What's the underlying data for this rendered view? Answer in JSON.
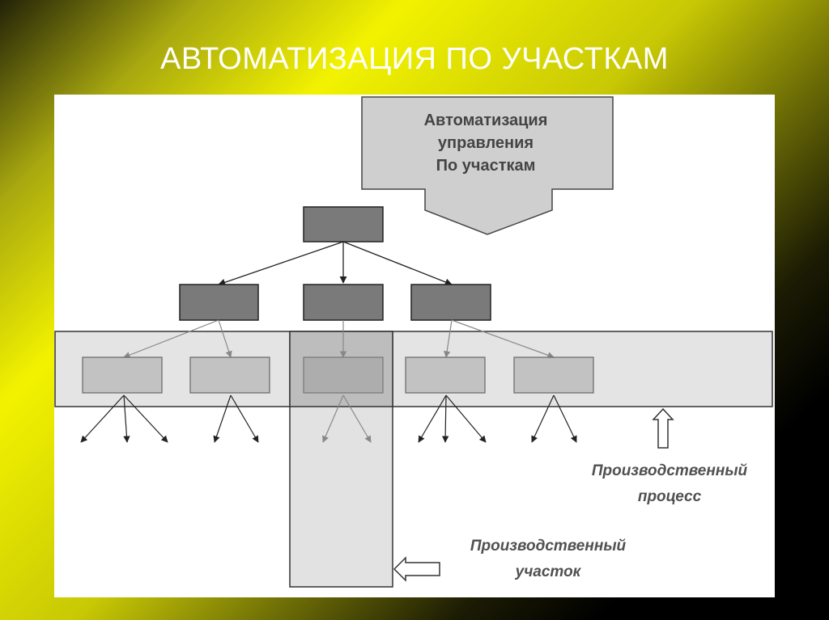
{
  "slide": {
    "title": "АВТОМАТИЗАЦИЯ ПО УЧАСТКАМ"
  },
  "diagram": {
    "top_box": {
      "lines": [
        "Автоматизация",
        "управления",
        "По участкам"
      ]
    },
    "production_process_label": [
      "Производственный",
      "процесс"
    ],
    "production_area_label": [
      "Производственный",
      "участок"
    ]
  },
  "colors": {
    "dark_box": "#7a7a7a",
    "light_box": "#c2c2c2",
    "band": "#e4e4e4",
    "arrow_box": "#cfcfcf"
  }
}
